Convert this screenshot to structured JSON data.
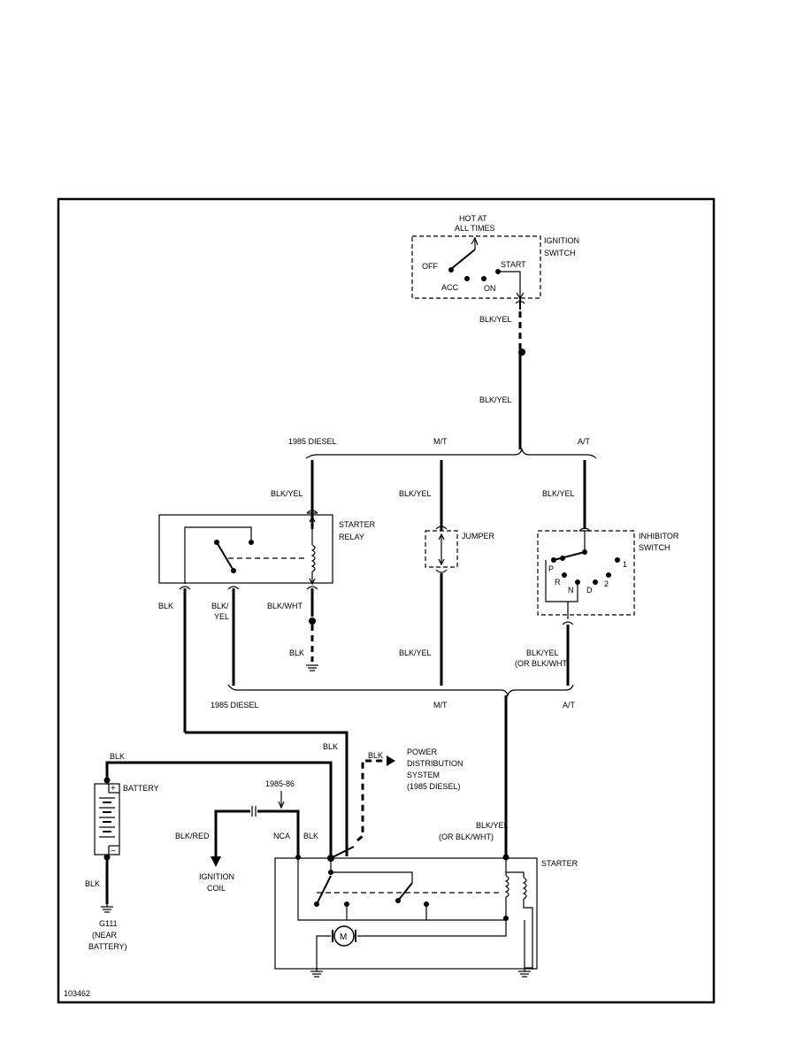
{
  "diagram_id": "103462",
  "ignition_switch": {
    "label_line1": "IGNITION",
    "label_line2": "SWITCH",
    "hot_line1": "HOT AT",
    "hot_line2": "ALL TIMES",
    "pos_off": "OFF",
    "pos_acc": "ACC",
    "pos_on": "ON",
    "pos_start": "START"
  },
  "wires": {
    "blk_yel": "BLK/YEL",
    "blk_yel_split1": "BLK/",
    "blk_yel_split2": "YEL",
    "blk": "BLK",
    "blk_wht": "BLK/WHT",
    "blk_red": "BLK/RED",
    "nca": "NCA",
    "or_blk_wht": "(OR BLK/WHT)"
  },
  "variants": {
    "diesel_1985": "1985 DIESEL",
    "mt": "M/T",
    "at": "A/T",
    "years": "1985-86"
  },
  "components": {
    "starter_relay_1": "STARTER",
    "starter_relay_2": "RELAY",
    "jumper": "JUMPER",
    "inhibitor_1": "INHIBITOR",
    "inhibitor_2": "SWITCH",
    "gear_p": "P",
    "gear_r": "R",
    "gear_n": "N",
    "gear_d": "D",
    "gear_2": "2",
    "gear_1": "1",
    "battery": "BATTERY",
    "battery_plus": "+",
    "battery_minus": "−",
    "power_dist_1": "POWER",
    "power_dist_2": "DISTRIBUTION",
    "power_dist_3": "SYSTEM",
    "power_dist_4": "(1985 DIESEL)",
    "ignition_coil_1": "IGNITION",
    "ignition_coil_2": "COIL",
    "starter": "STARTER",
    "motor": "M",
    "ground_name": "G111",
    "ground_loc_1": "(NEAR",
    "ground_loc_2": "BATTERY)"
  }
}
